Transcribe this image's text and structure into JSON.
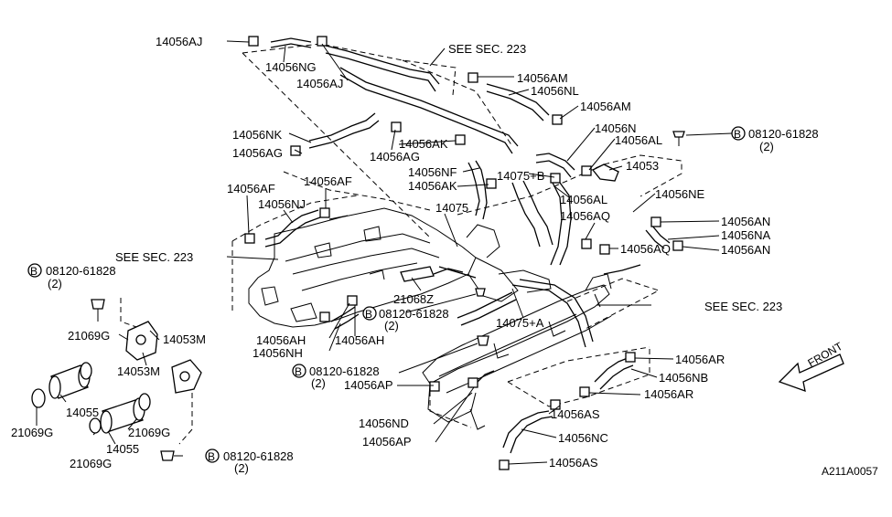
{
  "labels": {
    "l1": "14056AJ",
    "l2": "14056NG",
    "l3": "14056AJ",
    "l4": "SEE SEC. 223",
    "l5": "14056AM",
    "l6": "14056NL",
    "l7": "14056AM",
    "l8": "14056N",
    "l9": "14056AL",
    "l10": "08120-61828",
    "l10q": "(2)",
    "l11": "14056NK",
    "l12": "14056AK",
    "l13": "14056AG",
    "l14": "14056AG",
    "l15": "14056NF",
    "l16": "14075+B",
    "l17": "14053",
    "l18": "14056AK",
    "l19": "14056AL",
    "l20": "14056NE",
    "l21": "14056AF",
    "l22": "14056AF",
    "l23": "14056NJ",
    "l24": "14075",
    "l25": "14056AQ",
    "l26": "14056AN",
    "l27": "14056NA",
    "l28": "14056AQ",
    "l29": "14056AN",
    "l30": "SEE SEC. 223",
    "l31": "08120-61828",
    "l31q": "(2)",
    "l32": "21068Z",
    "l33": "SEE SEC. 223",
    "l34": "08120-61828",
    "l34q": "(2)",
    "l35": "14075+A",
    "l36": "21069G",
    "l37": "14053M",
    "l38": "14053M",
    "l39": "14056AH",
    "l40": "14056NH",
    "l41": "14056AH",
    "l42": "08120-61828",
    "l42q": "(2)",
    "l43": "14056AP",
    "l44": "14056AR",
    "l45": "14056NB",
    "l46": "14056AR",
    "l47": "14055",
    "l48": "21069G",
    "l49": "21069G",
    "l50": "14055",
    "l51": "21069G",
    "l52": "14056ND",
    "l53": "14056AS",
    "l54": "14056NC",
    "l55": "14056AP",
    "l56": "14056AS",
    "l57": "08120-61828",
    "l57q": "(2)",
    "front": "FRONT",
    "code": "A211A0057",
    "bolt": "B"
  }
}
